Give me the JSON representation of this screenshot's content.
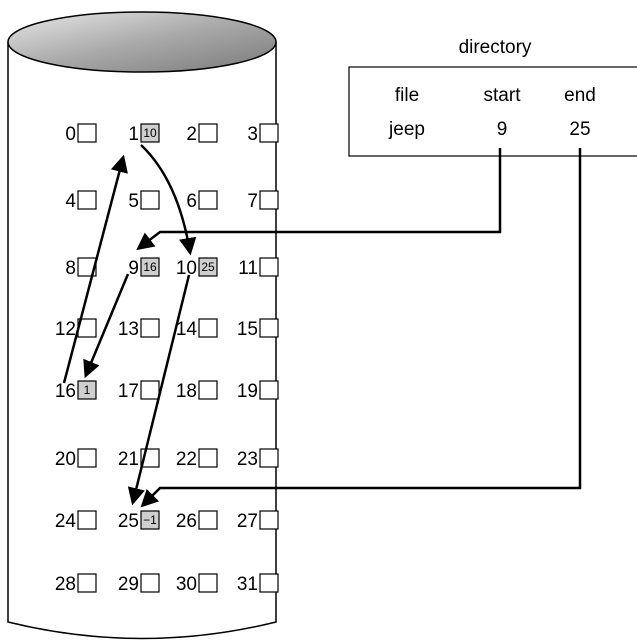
{
  "directory": {
    "title": "directory",
    "headers": [
      "file",
      "start",
      "end"
    ],
    "row": {
      "file": "jeep",
      "start": "9",
      "end": "25"
    }
  },
  "disk": {
    "blocks": [
      {
        "id": "0"
      },
      {
        "id": "1",
        "value": "10"
      },
      {
        "id": "2"
      },
      {
        "id": "3"
      },
      {
        "id": "4"
      },
      {
        "id": "5"
      },
      {
        "id": "6"
      },
      {
        "id": "7"
      },
      {
        "id": "8"
      },
      {
        "id": "9",
        "value": "16"
      },
      {
        "id": "10",
        "value": "25"
      },
      {
        "id": "11"
      },
      {
        "id": "12"
      },
      {
        "id": "13"
      },
      {
        "id": "14"
      },
      {
        "id": "15"
      },
      {
        "id": "16",
        "value": "1"
      },
      {
        "id": "17"
      },
      {
        "id": "18"
      },
      {
        "id": "19"
      },
      {
        "id": "20"
      },
      {
        "id": "21"
      },
      {
        "id": "22"
      },
      {
        "id": "23"
      },
      {
        "id": "24"
      },
      {
        "id": "25",
        "value": "−1"
      },
      {
        "id": "26"
      },
      {
        "id": "27"
      },
      {
        "id": "28"
      },
      {
        "id": "29"
      },
      {
        "id": "30"
      },
      {
        "id": "31"
      }
    ],
    "chain": [
      "9",
      "16",
      "1",
      "10",
      "25"
    ]
  },
  "colors": {
    "used_block_fill": "#cfcfcf",
    "empty_block_fill": "#ffffff",
    "stroke": "#000000"
  }
}
